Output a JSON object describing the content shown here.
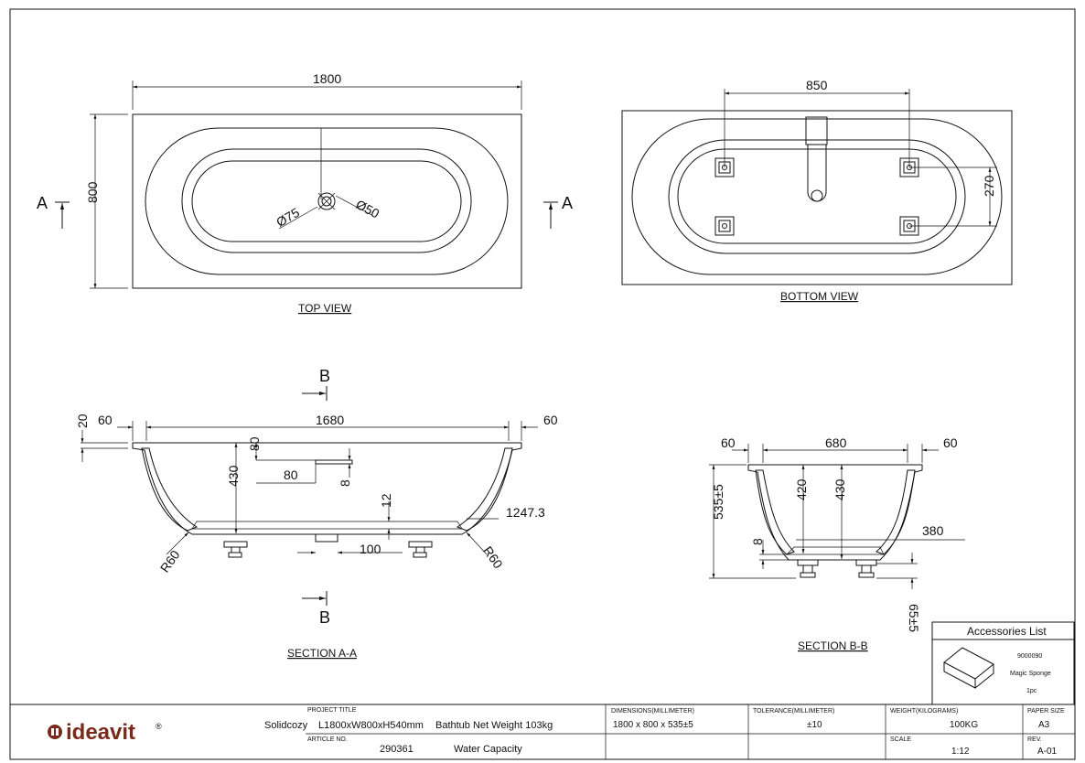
{
  "top_view": {
    "caption": "TOP VIEW",
    "length": "1800",
    "width": "800",
    "drain_large": "Ø75",
    "drain_small": "Ø50",
    "section_mark": "A"
  },
  "bottom_view": {
    "caption": "BOTTOM VIEW",
    "feet_spacing_x": "850",
    "feet_spacing_y": "270"
  },
  "section_aa": {
    "caption": "SECTION A-A",
    "section_mark": "B",
    "rim_left": "60",
    "inner_length": "1680",
    "rim_right": "60",
    "rim_thickness": "20",
    "depth_total": "430",
    "overflow_drop": "80",
    "overflow_width": "80",
    "overflow_height": "8",
    "floor_offset": "12",
    "floor_length": "1247.3",
    "drain_offset": "100",
    "radius_left": "R60",
    "radius_right": "R60"
  },
  "section_bb": {
    "caption": "SECTION B-B",
    "rim_left": "60",
    "inner_width": "680",
    "rim_right": "60",
    "overall_height": "535±5",
    "depth_a": "420",
    "depth_b": "430",
    "floor_width": "380",
    "floor_thickness": "8",
    "feet_height": "65±5"
  },
  "accessories": {
    "title": "Accessories List",
    "code": "9000090",
    "name": "Magic Sponge",
    "qty": "1pc"
  },
  "title_block": {
    "brand": "ideavit",
    "brand_mark": "®",
    "project_title_label": "PROJECT TITLE",
    "product": "Solidcozy",
    "size": "L1800xW800xH540mm",
    "net_weight": "Bathtub Net Weight 103kg",
    "article_label": "ARTICLE NO.",
    "article_no": "290361",
    "water_capacity": "Water Capacity",
    "dimensions_label": "DIMENSIONS(MILLIMETER)",
    "dimensions": "1800 x 800 x 535±5",
    "tolerance_label": "TOLERANCE(MILLIMETER)",
    "tolerance": "±10",
    "weight_label": "WEIGHT(KILOGRAMS)",
    "weight": "100KG",
    "scale_label": "SCALE",
    "scale": "1:12",
    "paper_label": "PAPER SIZE",
    "paper": "A3",
    "rev_label": "REV.",
    "rev": "A-01"
  }
}
